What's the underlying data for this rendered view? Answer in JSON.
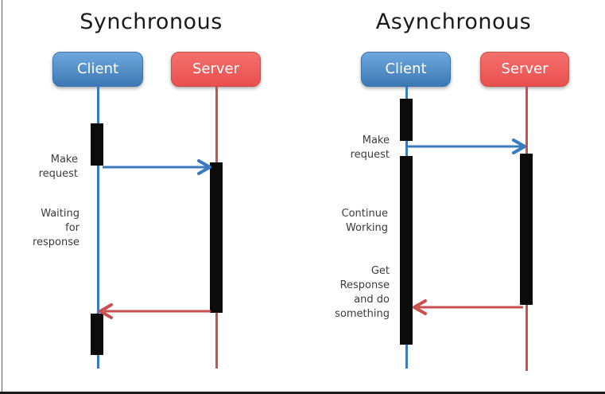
{
  "colors": {
    "title_text": "#1a1a1a",
    "label_text": "#3b3b3b",
    "activation_bar": "#0b0b0b",
    "blue_line": "#3a7abf",
    "red_line": "#c9504e",
    "client_blue_top": "#6fa8dc",
    "client_blue_bottom": "#3c78b4",
    "client_border": "#3973ac",
    "server_red_top": "#f4716f",
    "server_red_bottom": "#e94f4d",
    "server_border": "#d04a47"
  },
  "diagrams": [
    {
      "title": "Synchronous",
      "actors": [
        {
          "label": "Client",
          "color": "#3c78b4"
        },
        {
          "label": "Server",
          "color": "#e94f4d"
        }
      ],
      "annotations": [
        {
          "text": "Make\nrequest"
        },
        {
          "text": "Waiting\nfor\nresponse"
        }
      ],
      "messages": [
        {
          "from": "Client",
          "to": "Server",
          "direction": "right",
          "color": "#3a7abf"
        },
        {
          "from": "Server",
          "to": "Client",
          "direction": "left",
          "color": "#c9504e"
        }
      ]
    },
    {
      "title": "Asynchronous",
      "actors": [
        {
          "label": "Client",
          "color": "#3c78b4"
        },
        {
          "label": "Server",
          "color": "#e94f4d"
        }
      ],
      "annotations": [
        {
          "text": "Make\nrequest"
        },
        {
          "text": "Continue\nWorking"
        },
        {
          "text": "Get\nResponse\nand do\nsomething"
        }
      ],
      "messages": [
        {
          "from": "Client",
          "to": "Server",
          "direction": "right",
          "color": "#3a7abf"
        },
        {
          "from": "Server",
          "to": "Client",
          "direction": "left",
          "color": "#c9504e"
        }
      ]
    }
  ]
}
